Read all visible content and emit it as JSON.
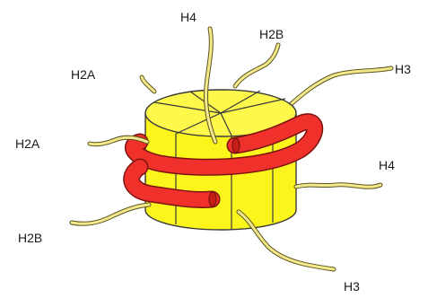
{
  "labels": {
    "h4_top": "H4",
    "h2b_top": "H2B",
    "h3_top": "H3",
    "h2a_top": "H2A",
    "h2a_mid": "H2A",
    "h4_right": "H4",
    "h2b_bottom": "H2B",
    "h3_bottom": "H3"
  },
  "colors": {
    "histone_core": "#fbf51c",
    "dna": "#f0302a",
    "tail": "#f3e98a",
    "outline": "#3a3a3a"
  }
}
